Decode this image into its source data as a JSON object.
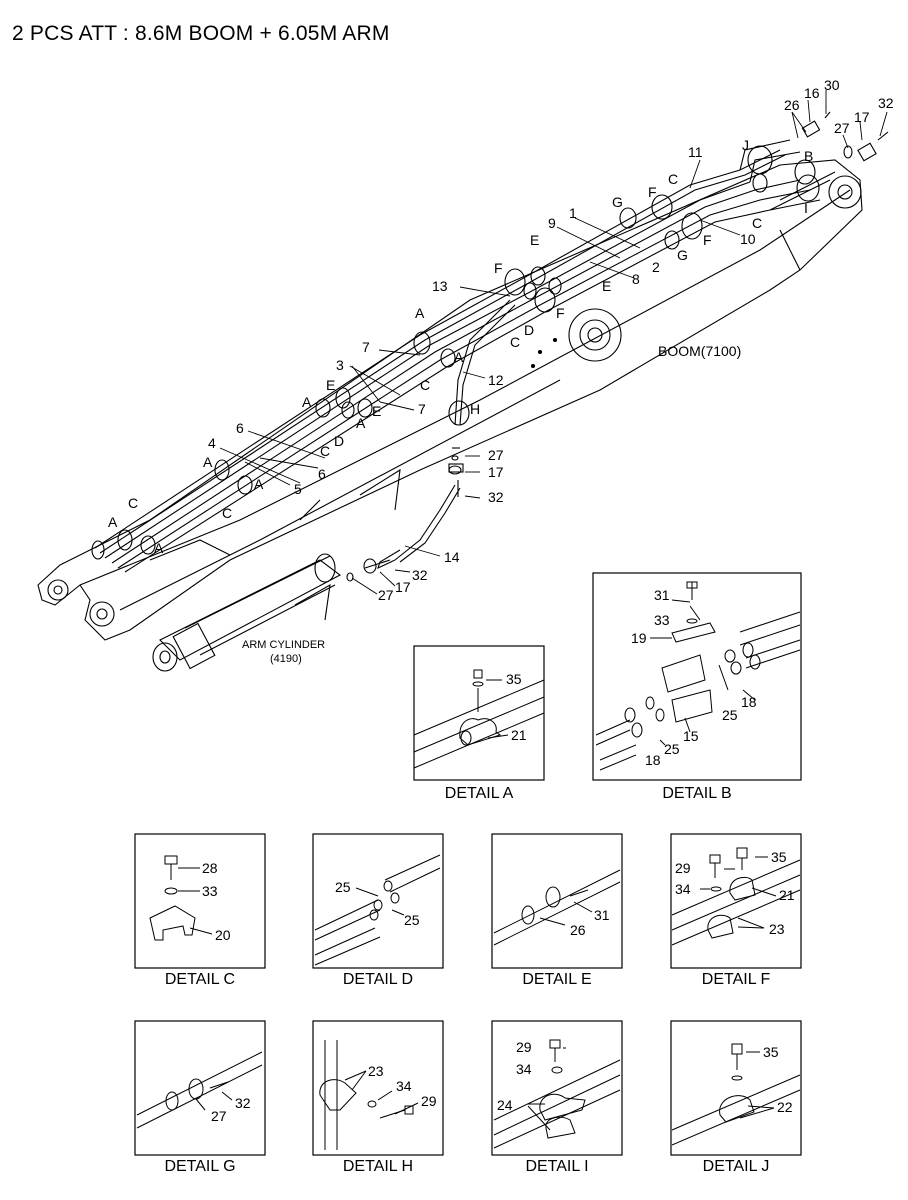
{
  "title": "2 PCS ATT : 8.6M BOOM + 6.05M ARM",
  "main": {
    "boom_label": "BOOM(7100)",
    "arm_cylinder_label": "ARM CYLINDER",
    "arm_cylinder_code": "(4190)",
    "detail_letters": [
      "A",
      "B",
      "C",
      "D",
      "E",
      "F",
      "G",
      "H",
      "I",
      "J"
    ],
    "part_numbers": [
      "1",
      "2",
      "3",
      "4",
      "5",
      "6",
      "7",
      "8",
      "9",
      "10",
      "11",
      "12",
      "13",
      "14",
      "16",
      "17",
      "26",
      "27",
      "30",
      "32"
    ]
  },
  "details": {
    "a": {
      "caption": "DETAIL A",
      "parts": [
        "35",
        "21"
      ]
    },
    "b": {
      "caption": "DETAIL B",
      "parts": [
        "31",
        "33",
        "19",
        "18",
        "25",
        "15",
        "25",
        "18"
      ]
    },
    "c": {
      "caption": "DETAIL C",
      "parts": [
        "28",
        "33",
        "20"
      ]
    },
    "d": {
      "caption": "DETAIL D",
      "parts": [
        "25",
        "25"
      ]
    },
    "e": {
      "caption": "DETAIL E",
      "parts": [
        "31",
        "26"
      ]
    },
    "f": {
      "caption": "DETAIL F",
      "parts": [
        "29",
        "35",
        "34",
        "21",
        "23"
      ]
    },
    "g": {
      "caption": "DETAIL G",
      "parts": [
        "32",
        "27"
      ]
    },
    "h": {
      "caption": "DETAIL H",
      "parts": [
        "23",
        "34",
        "29"
      ]
    },
    "i": {
      "caption": "DETAIL I",
      "parts": [
        "29",
        "34",
        "24"
      ]
    },
    "j": {
      "caption": "DETAIL J",
      "parts": [
        "35",
        "22"
      ]
    }
  }
}
